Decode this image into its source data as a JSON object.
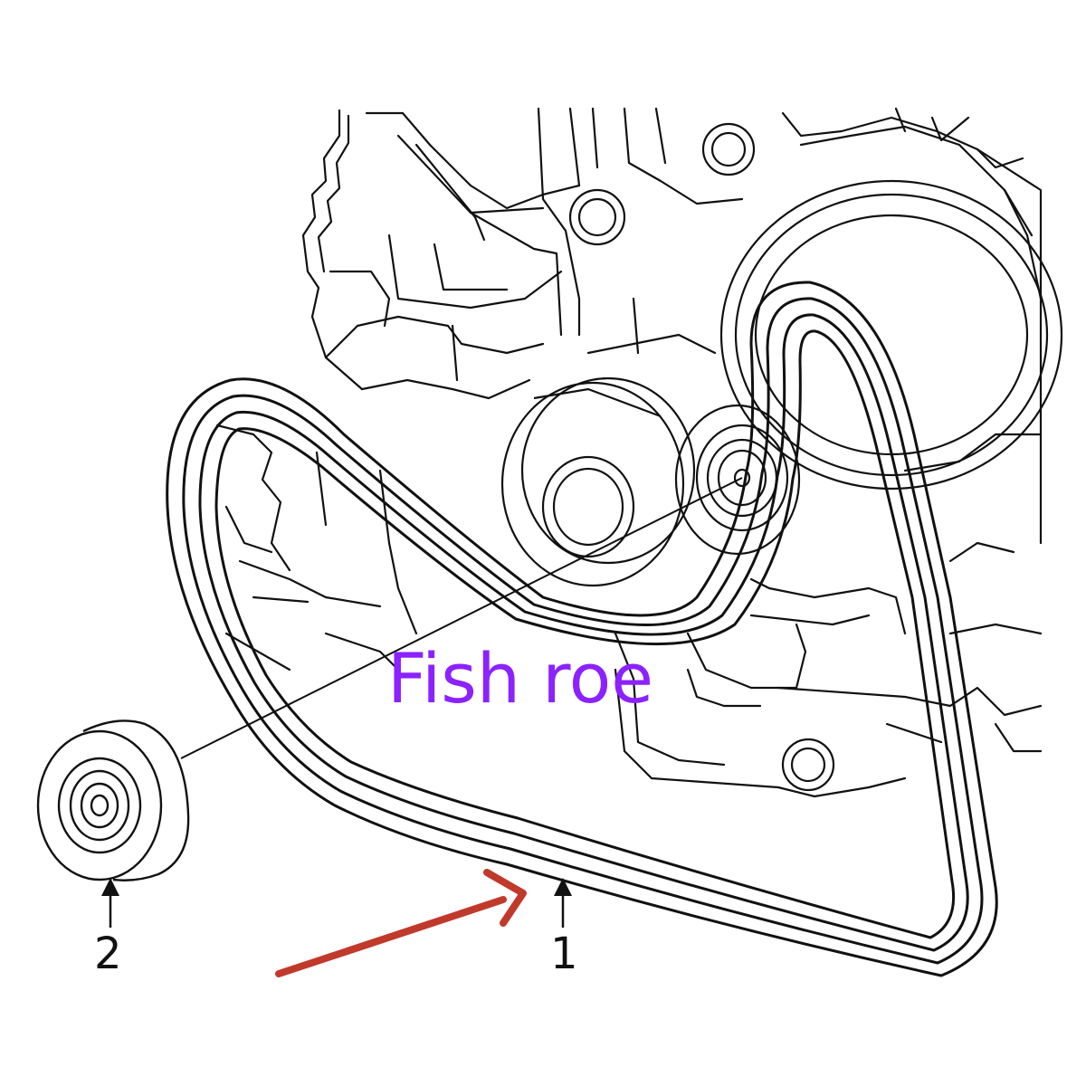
{
  "callouts": {
    "belt_number": "1",
    "idler_pulley_number": "2"
  },
  "watermark": {
    "text": "Fish roe",
    "color": "#8b22ff"
  },
  "colors": {
    "line": "#111111",
    "pointer_arrow": "#c0392b"
  }
}
